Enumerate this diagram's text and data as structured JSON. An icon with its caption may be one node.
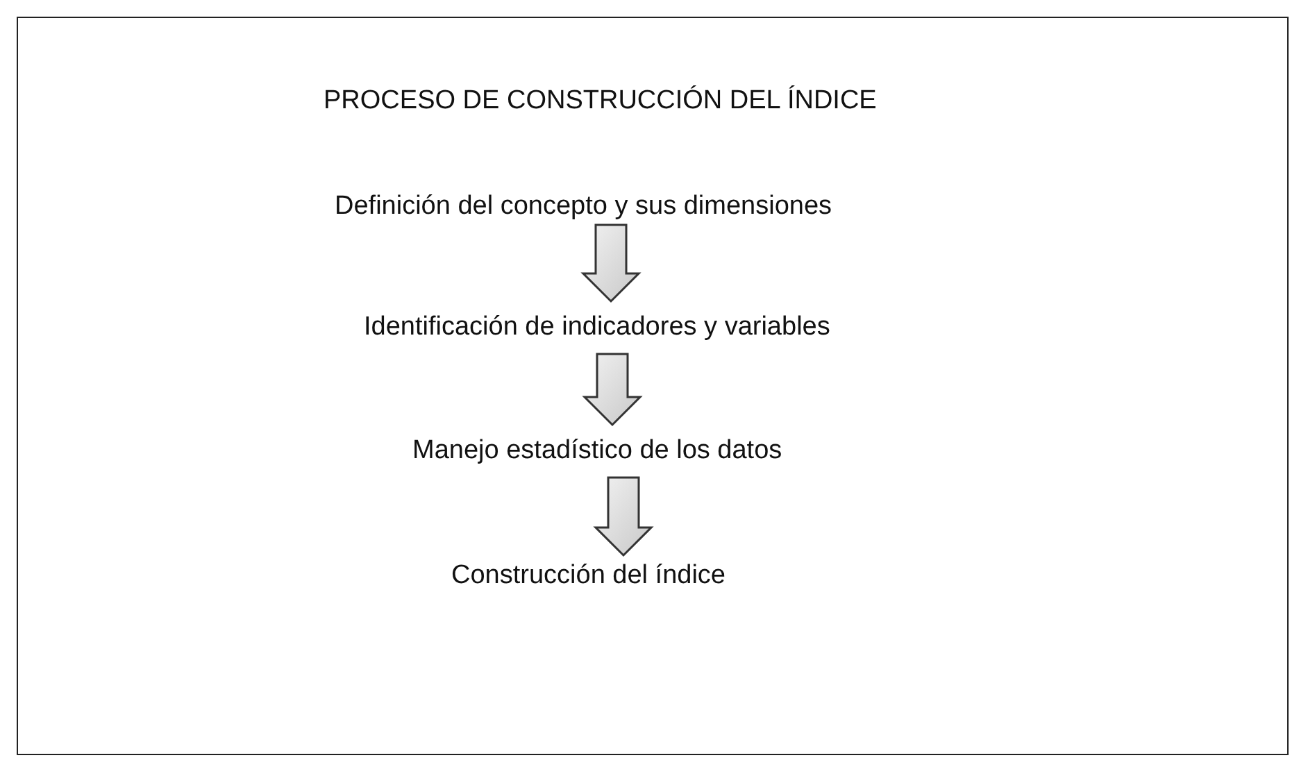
{
  "diagram": {
    "title": "PROCESO DE CONSTRUCCIÓN DEL ÍNDICE",
    "nodes": [
      {
        "text": [
          "Definición del concepto y sus dimensiones"
        ]
      },
      {
        "text": [
          "Identificación de indicadores y variables"
        ]
      },
      {
        "text": [
          "Manejo estadístico de los datos"
        ]
      },
      {
        "text": [
          "Construcción del índice"
        ]
      }
    ],
    "edges": [
      {
        "from": 0,
        "to": 1,
        "arrow": "to"
      },
      {
        "from": 1,
        "to": 2,
        "arrow": "to"
      },
      {
        "from": 2,
        "to": 3,
        "arrow": "to"
      }
    ]
  }
}
